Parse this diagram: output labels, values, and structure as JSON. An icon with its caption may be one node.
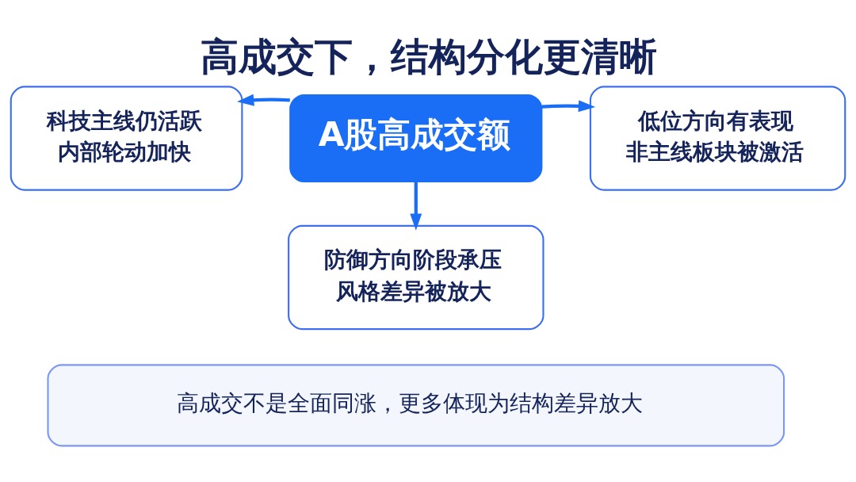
{
  "diagram": {
    "title": "高成交下，结构分化更清晰",
    "nodes": [
      {
        "text": [
          "科技主线仍活跃",
          "内部轮动加快"
        ]
      },
      {
        "text": [
          "A股高成交额"
        ]
      },
      {
        "text": [
          "低位方向有表现",
          "非主线板块被激活"
        ]
      },
      {
        "text": [
          "防御方向阶段承压",
          "风格差异被放大"
        ]
      },
      {
        "text": [
          "高成交不是全面同涨，更多体现为结构差异放大"
        ]
      }
    ],
    "edges": [
      {
        "from": 1,
        "to": 0,
        "arrow": "to"
      },
      {
        "from": 1,
        "to": 2,
        "arrow": "to"
      },
      {
        "from": 1,
        "to": 3,
        "arrow": "to"
      }
    ]
  }
}
